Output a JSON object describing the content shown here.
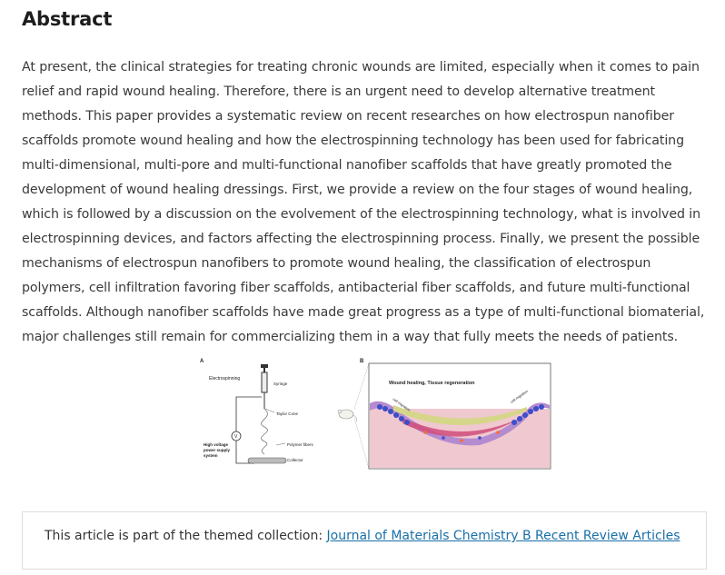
{
  "abstract": {
    "heading": "Abstract",
    "body": "At present, the clinical strategies for treating chronic wounds are limited, especially when it comes to pain relief and rapid wound healing. Therefore, there is an urgent need to develop alternative treatment methods. This paper provides a systematic review on recent researches on how electrospun nanofiber scaffolds promote wound healing and how the electrospinning technology has been used for fabricating multi-dimensional, multi-pore and multi-functional nanofiber scaffolds that have greatly promoted the development of wound healing dressings. First, we provide a review on the four stages of wound healing, which is followed by a discussion on the evolvement of the electrospinning technology, what is involved in electrospinning devices, and factors affecting the electrospinning process. Finally, we present the possible mechanisms of electrospun nanofibers to promote wound healing, the classification of electrospun polymers, cell infiltration favoring fiber scaffolds, antibacterial fiber scaffolds, and future multi-functional scaffolds. Although nanofiber scaffolds have made great progress as a type of multi-functional biomaterial, major challenges still remain for commercializing them in a way that fully meets the needs of patients."
  },
  "figure": {
    "panel_a": {
      "letter": "A",
      "electrospinning": "Electrospinning",
      "syringe": "Syringe",
      "taylor_cone": "Taylor Cone",
      "voltmeter": "V",
      "power_line1": "High voltage",
      "power_line2": "power supply",
      "power_line3": "system",
      "polymer_fibers": "Polymer fibers",
      "collector": "Collector"
    },
    "panel_b": {
      "letter": "B",
      "title": "Wound healing, Tissue regeneration",
      "cell_migration_left": "cell migration",
      "cell_migration_right": "cell migration"
    }
  },
  "collection": {
    "prefix": "This article is part of the themed collection: ",
    "link": "Journal of Materials Chemistry B Recent Review Articles",
    "link_color": "#1a6fa8"
  }
}
